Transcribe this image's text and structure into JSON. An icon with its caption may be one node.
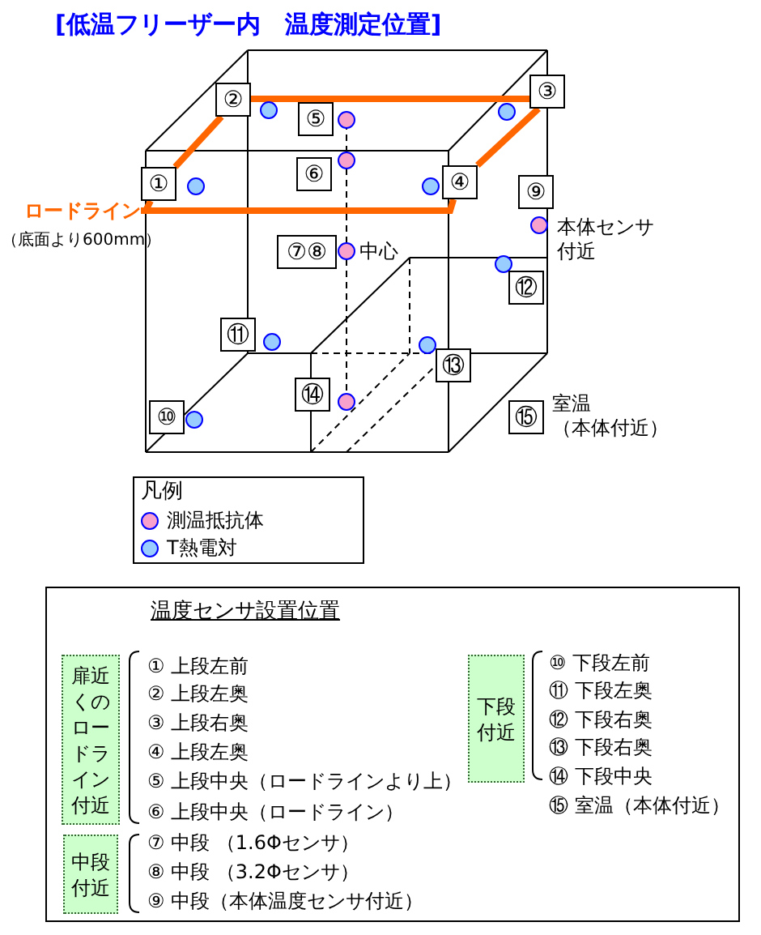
{
  "diagram": {
    "title": "[低温フリーザー内　温度測定位置]",
    "nodes": [
      {
        "text": [
          "②"
        ]
      },
      {
        "text": [
          "⑤"
        ]
      },
      {
        "text": [
          "③"
        ]
      },
      {
        "text": [
          "①"
        ]
      },
      {
        "text": [
          "⑥"
        ]
      },
      {
        "text": [
          "④"
        ]
      },
      {
        "text": [
          "⑨"
        ],
        "beside": [
          "本体センサ付近"
        ]
      },
      {
        "text": [
          "ロードライン"
        ],
        "beside": [
          "（底面より600mm）"
        ]
      },
      {
        "text": [
          "⑦⑧"
        ],
        "beside": [
          "中心"
        ]
      },
      {
        "text": [
          "⑫"
        ]
      },
      {
        "text": [
          "⑪"
        ]
      },
      {
        "text": [
          "⑬"
        ]
      },
      {
        "text": [
          "⑭"
        ]
      },
      {
        "text": [
          "⑩"
        ]
      },
      {
        "text": [
          "⑮"
        ],
        "beside": [
          "室温",
          "（本体付近）"
        ]
      },
      {
        "text": [
          "温度センサ設置位置"
        ]
      },
      {
        "text": [
          "扉近くのロードライン付近"
        ],
        "in": 15
      },
      {
        "text": [
          "中段付近"
        ],
        "in": 15
      },
      {
        "text": [
          "下段付近"
        ],
        "in": 15
      }
    ],
    "edges": [
      {
        "from": 7,
        "to": 3,
        "arrow": "none"
      },
      {
        "from": 3,
        "to": 0,
        "arrow": "none"
      },
      {
        "from": 0,
        "to": 2,
        "arrow": "none"
      },
      {
        "from": 2,
        "to": 5,
        "arrow": "none"
      },
      {
        "from": 5,
        "to": 7,
        "arrow": "none"
      }
    ],
    "labels": [
      "凡例",
      "① 上段左前",
      "② 上段左奥",
      "③ 上段右奥",
      "④ 上段左奥",
      "⑤ 上段中央（ロードラインより上）",
      "⑥ 上段中央（ロードライン）",
      "⑦ 中段 （1.6Φセンサ）",
      "⑧ 中段 （3.2Φセンサ）",
      "⑨ 中段（本体温度センサ付近）",
      "⑩ 下段左前",
      "⑪ 下段左奥",
      "⑫ 下段右奥",
      "⑬ 下段右奥",
      "⑭ 下段中央",
      "⑮ 室温（本体付近）"
    ],
    "legend": [
      {
        "text": "測温抵抗体",
        "color": "#f7a1cc"
      },
      {
        "text": "T熱電対",
        "color": "#99ccff"
      }
    ]
  }
}
